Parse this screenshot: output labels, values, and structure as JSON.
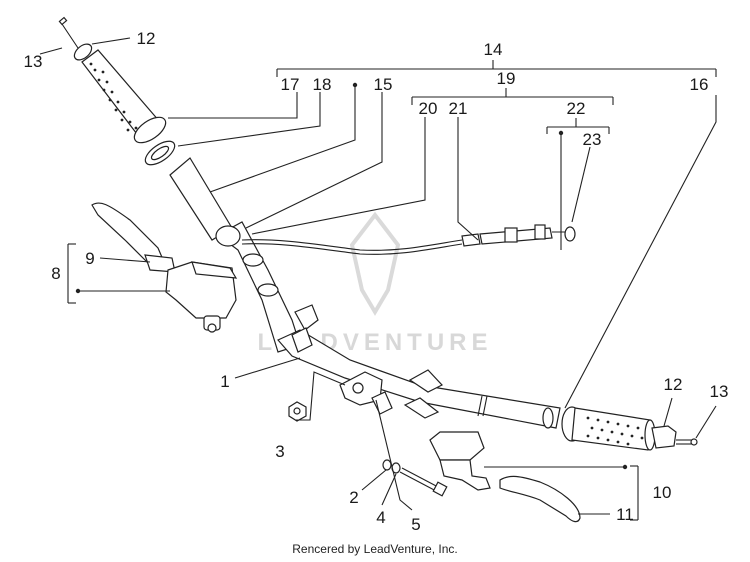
{
  "callouts": [
    {
      "id": "c13a",
      "text": "13"
    },
    {
      "id": "c12a",
      "text": "12"
    },
    {
      "id": "c14",
      "text": "14"
    },
    {
      "id": "c17",
      "text": "17"
    },
    {
      "id": "c18",
      "text": "18"
    },
    {
      "id": "c15",
      "text": "15"
    },
    {
      "id": "c19",
      "text": "19"
    },
    {
      "id": "c16",
      "text": "16"
    },
    {
      "id": "c20",
      "text": "20"
    },
    {
      "id": "c21",
      "text": "21"
    },
    {
      "id": "c22",
      "text": "22"
    },
    {
      "id": "c23",
      "text": "23"
    },
    {
      "id": "c9",
      "text": "9"
    },
    {
      "id": "c8",
      "text": "8"
    },
    {
      "id": "c1",
      "text": "1"
    },
    {
      "id": "c3",
      "text": "3"
    },
    {
      "id": "c12b",
      "text": "12"
    },
    {
      "id": "c13b",
      "text": "13"
    },
    {
      "id": "c10",
      "text": "10"
    },
    {
      "id": "c11",
      "text": "11"
    },
    {
      "id": "c2",
      "text": "2"
    },
    {
      "id": "c4",
      "text": "4"
    },
    {
      "id": "c5",
      "text": "5"
    }
  ],
  "watermark": "LEADVENTURE",
  "credit": "Rencered by LeadVenture, Inc.",
  "colors": {
    "line": "#222222",
    "background": "#ffffff",
    "watermark": "#d4d4d4"
  }
}
